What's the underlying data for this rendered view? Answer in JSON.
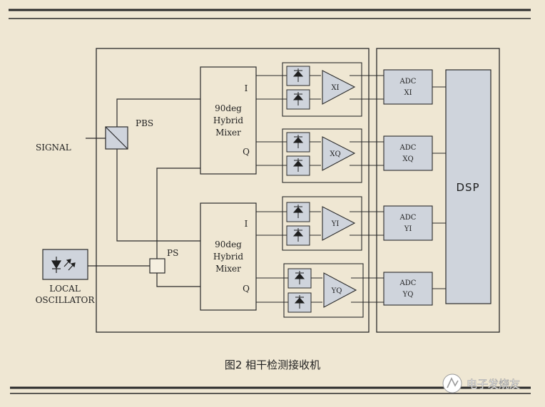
{
  "labels": {
    "signal": "SIGNAL",
    "pbs": "PBS",
    "ps": "PS",
    "local1": "LOCAL",
    "local2": "OSCILLATOR",
    "i": "I",
    "q": "Q",
    "mixer1": "90deg",
    "mixer2": "Hybrid",
    "mixer3": "Mixer",
    "xi": "XI",
    "xq": "XQ",
    "yi": "YI",
    "yq": "YQ",
    "adc": "ADC",
    "dsp": "DSP"
  },
  "caption": "图2 相干检测接收机",
  "watermark": "电子发烧友",
  "colors": {
    "background": "#efe7d3",
    "line": "#2a2a2a",
    "block_fill": "#cfd4dc",
    "box_fill": "#f5efe0"
  }
}
